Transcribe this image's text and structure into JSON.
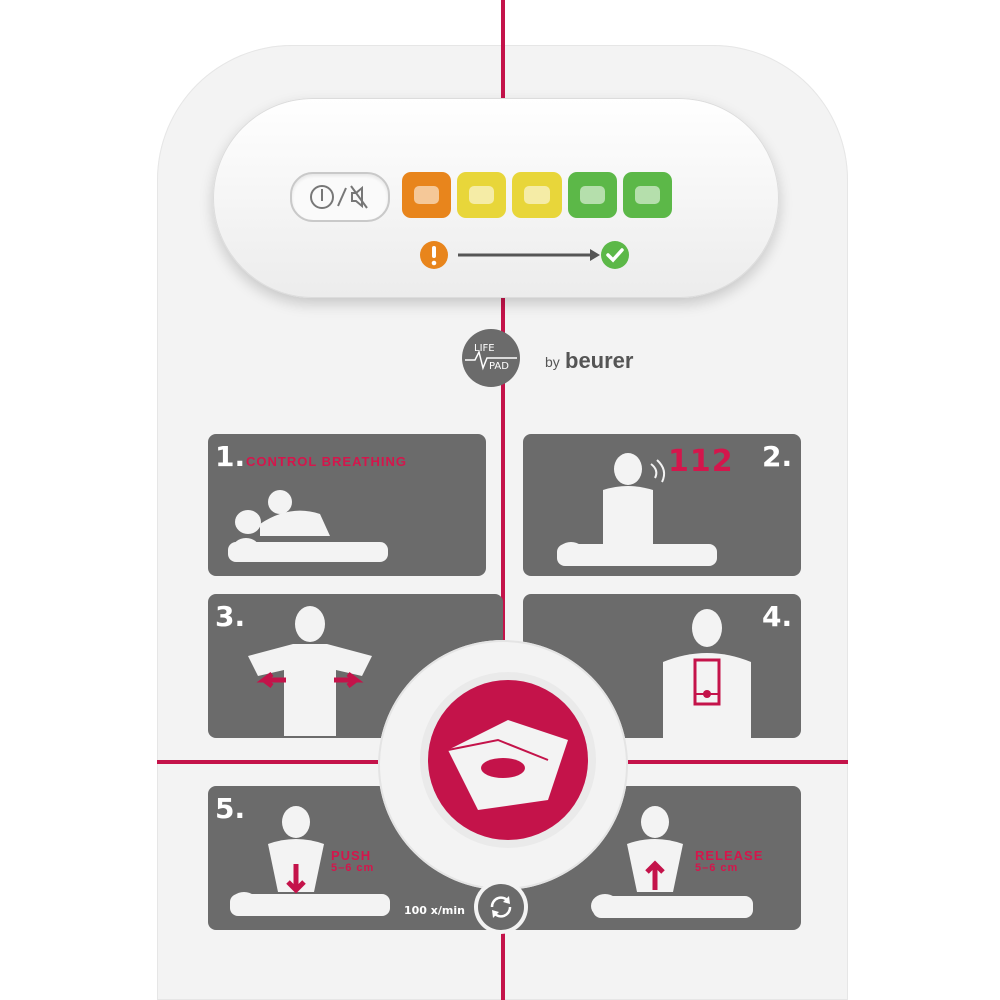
{
  "device": {
    "power_icon": "power-mute-icon",
    "leds": [
      {
        "color": "#e8851c"
      },
      {
        "color": "#e8d63a"
      },
      {
        "color": "#e8d63a"
      },
      {
        "color": "#5cb848"
      },
      {
        "color": "#5cb848"
      }
    ],
    "warning_icon": "exclamation-circle-icon",
    "check_icon": "check-circle-icon"
  },
  "logo": {
    "line1": "LIFE",
    "line2": "PAD",
    "by": "by",
    "brand": "beurer"
  },
  "steps": [
    {
      "number": "1.",
      "label": "CONTROL BREATHING"
    },
    {
      "number": "2.",
      "label": "112"
    },
    {
      "number": "3."
    },
    {
      "number": "4."
    },
    {
      "number": "5.",
      "label": "PUSH",
      "sub": "5–6 cm"
    },
    {
      "label": "RELEASE",
      "sub": "5–6 cm"
    }
  ],
  "rate": "100 x/min",
  "colors": {
    "accent": "#c4134a",
    "panel": "#6b6b6b"
  }
}
